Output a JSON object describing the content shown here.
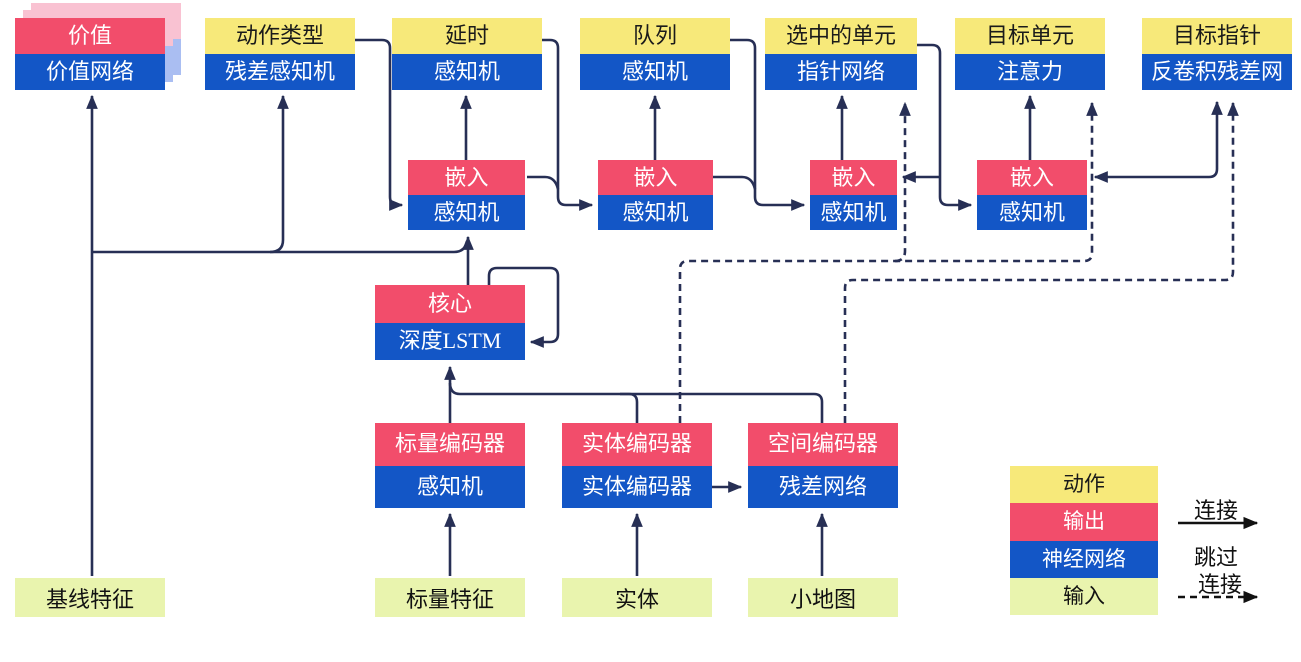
{
  "nodes": {
    "value": {
      "top": "价值",
      "bottom": "价值网络"
    },
    "action_type": {
      "top": "动作类型",
      "bottom": "残差感知机"
    },
    "delay": {
      "top": "延时",
      "bottom": "感知机"
    },
    "queue": {
      "top": "队列",
      "bottom": "感知机"
    },
    "selected_units": {
      "top": "选中的单元",
      "bottom": "指针网络"
    },
    "target_unit": {
      "top": "目标单元",
      "bottom": "注意力"
    },
    "target_point": {
      "top": "目标指针",
      "bottom": "反卷积残差网"
    },
    "embed1": {
      "top": "嵌入",
      "bottom": "感知机"
    },
    "embed2": {
      "top": "嵌入",
      "bottom": "感知机"
    },
    "embed3": {
      "top": "嵌入",
      "bottom": "感知机"
    },
    "embed4": {
      "top": "嵌入",
      "bottom": "感知机"
    },
    "core": {
      "top": "核心",
      "bottom": "深度LSTM"
    },
    "scalar_encoder": {
      "top": "标量编码器",
      "bottom": "感知机"
    },
    "entity_encoder": {
      "top": "实体编码器",
      "bottom": "实体编码器"
    },
    "spatial_encoder": {
      "top": "空间编码器",
      "bottom": "残差网络"
    }
  },
  "inputs": {
    "baseline_features": {
      "label": "基线特征"
    },
    "scalar_features": {
      "label": "标量特征"
    },
    "entities": {
      "label": "实体"
    },
    "minimap": {
      "label": "小地图"
    }
  },
  "legend": {
    "action": "动作",
    "output": "输出",
    "neural_network": "神经网络",
    "input": "输入",
    "connection": "连接",
    "skip_line1": "跳过",
    "skip_line2": "连接"
  },
  "colors": {
    "action_yellow": "#f7e97a",
    "output_red": "#f24d6b",
    "network_blue": "#1356c6",
    "input_green": "#e9f4ae",
    "wire_navy": "#272f55",
    "stack_shadow_pink": "#f9c2d2",
    "stack_shadow_blue": "#aabef2",
    "legend_black": "#111111"
  }
}
